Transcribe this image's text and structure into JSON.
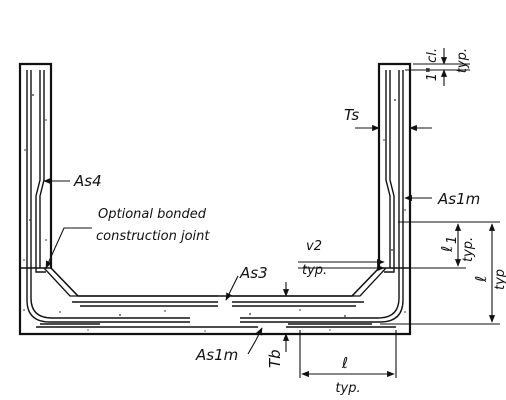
{
  "labels": {
    "cover": "1\" cl.",
    "cover_typ": "typ.",
    "ts": "Ts",
    "as4": "As4",
    "as1m_wall": "As1m",
    "joint_line1": "Optional bonded",
    "joint_line2": "construction joint",
    "v2": "v2",
    "v2_typ": "typ.",
    "as3": "As3",
    "l1": "ℓ",
    "l1_sub": "1",
    "l1_typ": "typ.",
    "l_right": "ℓ",
    "l_right_typ": "typ",
    "as1m_bottom": "As1m",
    "tb": "Tb",
    "l_bottom": "ℓ",
    "l_bottom_typ": "typ."
  },
  "colors": {
    "line": "#111111",
    "concrete_dots": "#555555"
  }
}
